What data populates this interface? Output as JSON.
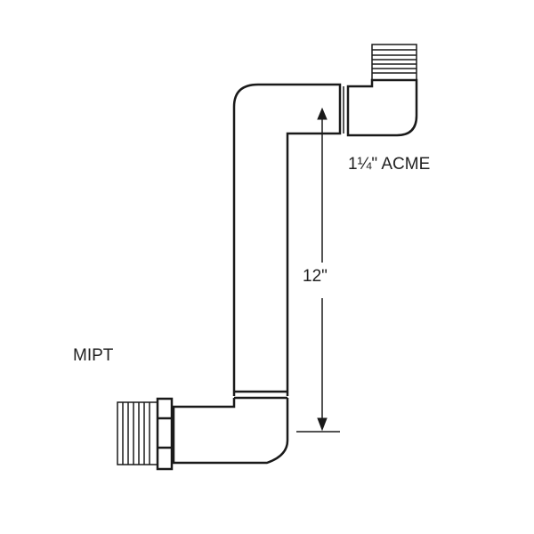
{
  "labels": {
    "top_fitting": "1¼\" ACME",
    "length": "12\"",
    "bottom_fitting": "MIPT"
  },
  "colors": {
    "line": "#1a1a1a",
    "background": "#ffffff"
  }
}
